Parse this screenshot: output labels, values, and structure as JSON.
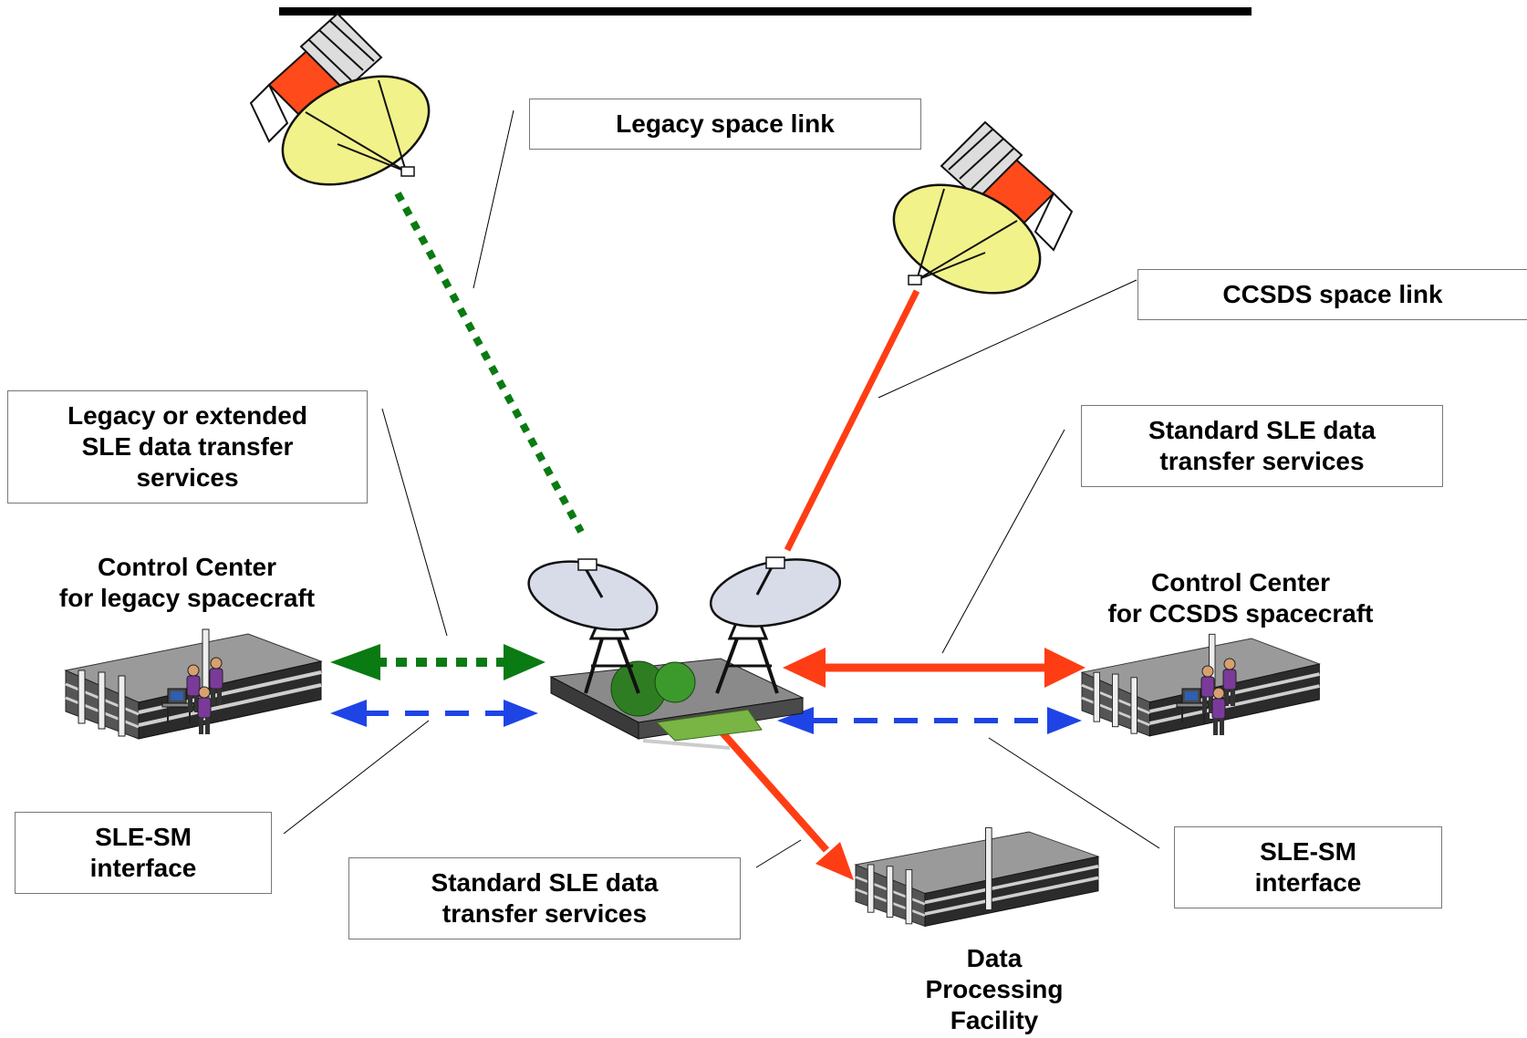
{
  "colors": {
    "legacy_link": "#0a7a12",
    "ccsds_link": "#ff3d14",
    "management": "#1e44e6",
    "dish": "#f2f28a",
    "ground_dish": "#d8dce8"
  },
  "labels": {
    "legacy_space_link": "Legacy space link",
    "ccsds_space_link": "CCSDS space link",
    "legacy_services": [
      "Legacy or extended",
      "SLE data transfer",
      "services"
    ],
    "standard_services_right": [
      "Standard SLE data",
      "transfer services"
    ],
    "standard_services_bottom": [
      "Standard SLE data",
      "transfer services"
    ],
    "sle_sm_left": [
      "SLE-SM",
      "interface"
    ],
    "sle_sm_right": [
      "SLE-SM",
      "interface"
    ]
  },
  "captions": {
    "control_center_legacy": [
      "Control Center",
      "for legacy spacecraft"
    ],
    "control_center_ccsds": [
      "Control Center",
      "for CCSDS spacecraft"
    ],
    "data_processing": [
      "Data",
      "Processing",
      "Facility"
    ]
  },
  "icons": {
    "satellite": "satellite-icon",
    "ground_station": "ground-station-icon",
    "control_center": "control-center-building-icon",
    "data_facility": "data-processing-building-icon"
  }
}
